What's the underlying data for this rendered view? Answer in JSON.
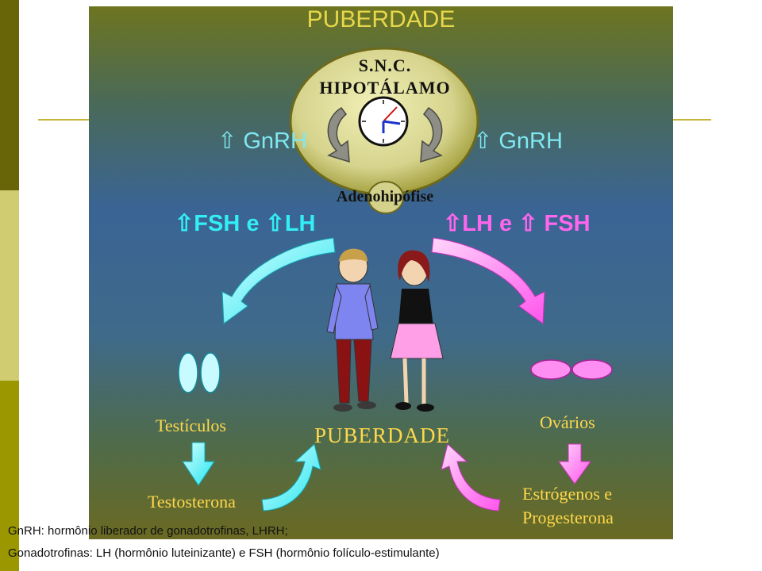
{
  "title": "PUBERDADE",
  "brain": {
    "line1": "S.N.C.",
    "line2": "HIPOTÁLAMO",
    "gland": "Adenohipófise"
  },
  "gnrh_left": "⇧ GnRH",
  "gnrh_right": "⇧ GnRH",
  "male_hormones": "⇧FSH e ⇧LH",
  "female_hormones": "⇧LH e ⇧ FSH",
  "testes_label": "Testículos",
  "testosterone_label": "Testosterona",
  "center_label": "PUBERDADE",
  "ovaries_label": "Ovários",
  "estrogen_line1": "Estrógenos e",
  "estrogen_line2": "Progesterona",
  "footnote1": "GnRH: hormônio liberador de gonadotrofinas, LHRH;",
  "footnote2": "Gonadotrofinas: LH (hormônio luteinizante) e FSH (hormônio folículo-estimulante)",
  "colors": {
    "male": "#33eef5",
    "female": "#ff66ee",
    "title": "#e6d84a",
    "gnrh": "#7fe8f2",
    "label": "#ffd84a",
    "brain": "#d8d690"
  },
  "icons": [
    "clock-icon",
    "boy-figure",
    "girl-figure",
    "testis-icon",
    "ovary-icon",
    "curved-arrow-icon",
    "down-arrow-icon"
  ]
}
